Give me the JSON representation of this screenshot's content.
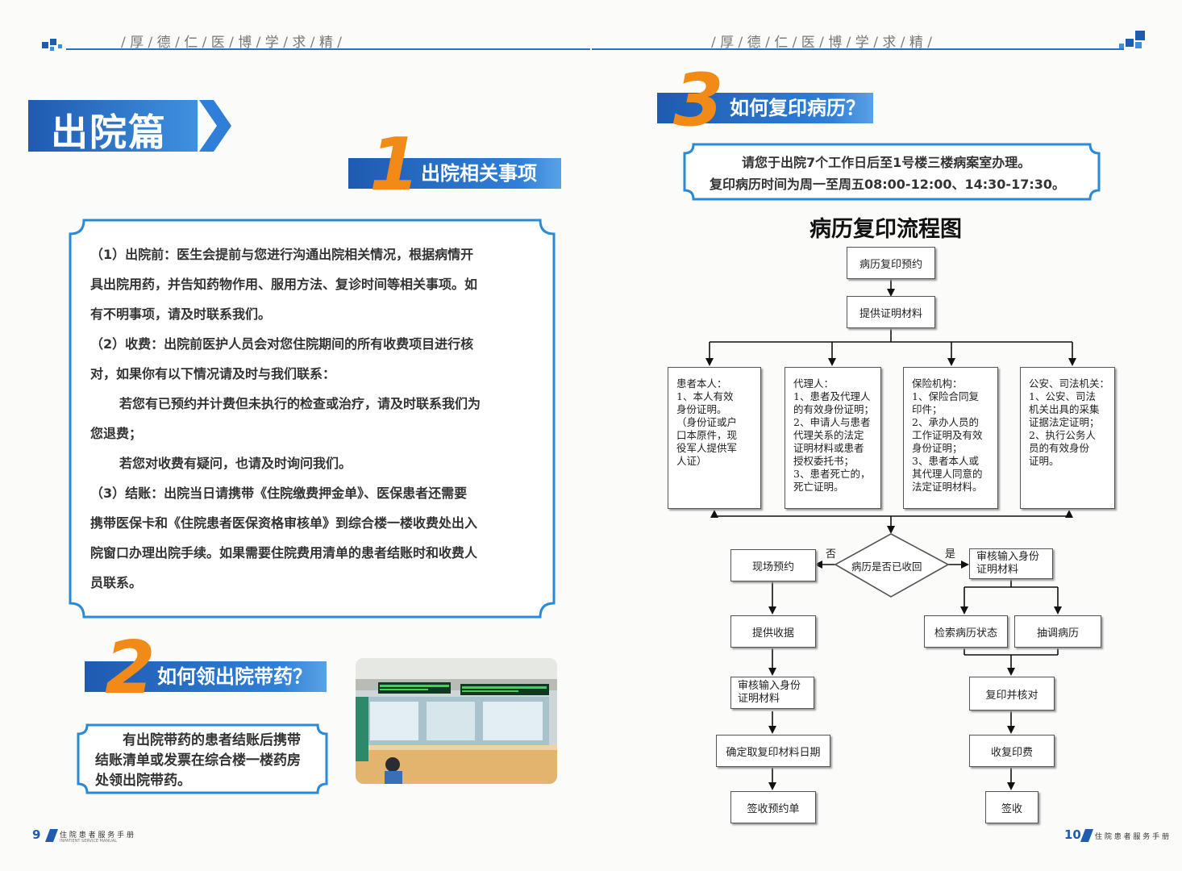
{
  "header": {
    "motto_left": "/ 厚 / 德 / 仁 / 医 / 博 / 学 / 求 / 精 /",
    "motto_right": "/ 厚 / 德 / 仁 / 医 / 博 / 学 / 求 / 精 /"
  },
  "left": {
    "chapter_title": "出院篇",
    "section1": {
      "number": "1",
      "title": "出院相关事项",
      "paragraphs": [
        "（1）出院前：医生会提前与您进行沟通出院相关情况，根据病情开",
        "具出院用药，并告知药物作用、服用方法、复诊时间等相关事项。如",
        "有不明事项，请及时联系我们。",
        "（2）收费：出院前医护人员会对您住院期间的所有收费项目进行核",
        "对，如果你有以下情况请及时与我们联系：",
        "若您有已预约并计费但未执行的检查或治疗，请及时联系我们为",
        "您退费；",
        "若您对收费有疑问，也请及时询问我们。",
        "（3）结账：出院当日请携带《住院缴费押金单》、医保患者还需要",
        "携带医保卡和《住院患者医保资格审核单》到综合楼一楼收费处出入",
        "院窗口办理出院手续。如果需要住院费用清单的患者结账时和收费人",
        "员联系。"
      ]
    },
    "section2": {
      "number": "2",
      "title": "如何领出院带药？",
      "lines": [
        "有出院带药的患者结账后携带",
        "结账清单或发票在综合楼一楼药房",
        "处领出院带药。"
      ]
    },
    "footer": {
      "page_number": "9",
      "footer_text": "住 院 患 者 服 务 手 册",
      "footer_sub": "INPATIENT SERVICE MANUAL"
    }
  },
  "right": {
    "section3": {
      "number": "3",
      "title": "如何复印病历？",
      "notice_lines": [
        "请您于出院7个工作日后至1号楼三楼病案室办理。",
        "复印病历时间为周一至周五08:00-12:00、14:30-17:30。"
      ]
    },
    "flow": {
      "title": "病历复印流程图",
      "step1": "病历复印预约",
      "step2": "提供证明材料",
      "col1": "患者本人：\n1、本人有效\n身份证明。\n（身份证或户\n口本原件，现\n役军人提供军\n人证）",
      "col2": "代理人：\n1、患者及代理人\n的有效身份证明；\n2、申请人与患者\n代理关系的法定\n证明材料或患者\n授权委托书；\n3、患者死亡的，\n死亡证明。",
      "col3": "保险机构：\n1、保险合同复\n印件；\n2、承办人员的\n工作证明及有效\n身份证明；\n3、患者本人或\n其代理人同意的\n法定证明材料。",
      "col4": "公安、司法机关：\n1、公安、司法\n机关出具的采集\n证据法定证明；\n2、执行公务人\n员的有效身份\n证明。",
      "decision": "病历是否已收回",
      "no_label": "否",
      "yes_label": "是",
      "left_steps": [
        "现场预约",
        "提供收据",
        "审核输入身份\n证明材料",
        "确定取复印材料日期",
        "签收预约单"
      ],
      "right_steps": [
        "审核输入身份\n证明材料",
        "检索病历状态",
        "抽调病历",
        "复印并核对",
        "收复印费",
        "签收"
      ]
    },
    "footer": {
      "page_number": "10",
      "footer_text": "住 院 患 者 服 务 手 册"
    }
  },
  "colors": {
    "brand_blue": "#1f5bb0",
    "accent_orange": "#f28a18",
    "frame_blue": "#2a8ad8"
  }
}
